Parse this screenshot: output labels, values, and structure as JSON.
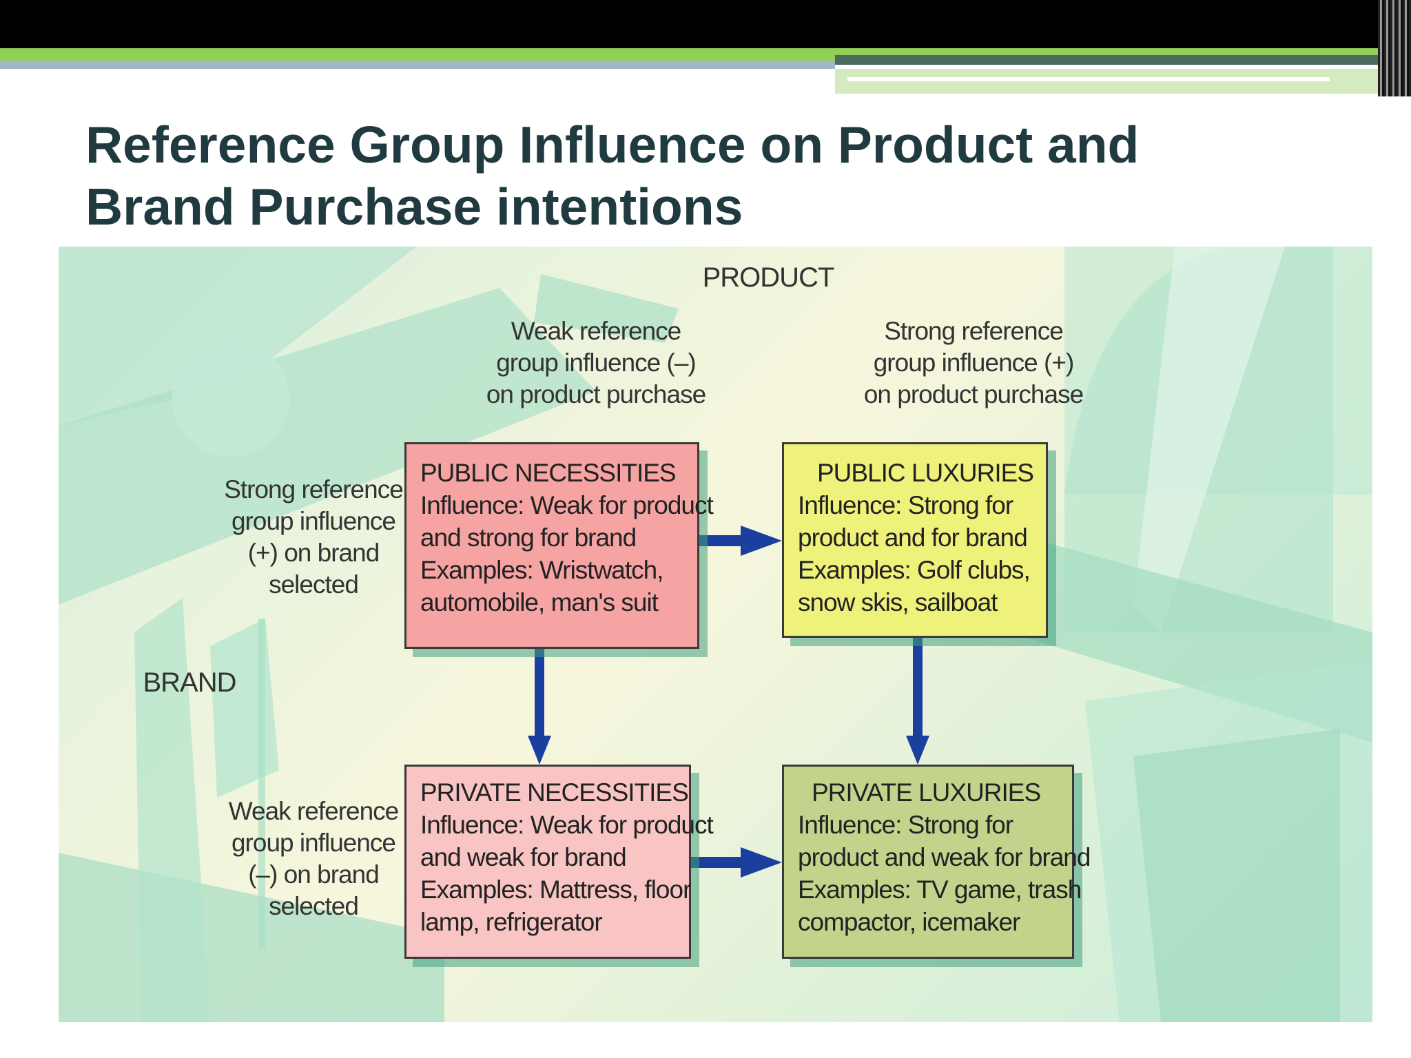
{
  "slide": {
    "title_line1": "Reference Group Influence on Product and",
    "title_line2": "Brand Purchase intentions"
  },
  "diagram": {
    "product_label": "PRODUCT",
    "brand_label": "BRAND",
    "column_weak": [
      "Weak reference",
      "group influence (–)",
      "on product purchase"
    ],
    "column_strong": [
      "Strong reference",
      "group influence (+)",
      "on product purchase"
    ],
    "row_strong": [
      "Strong reference",
      "group influence",
      "(+) on brand",
      "selected"
    ],
    "row_weak": [
      "Weak reference",
      "group influence",
      "(–) on brand",
      "selected"
    ],
    "boxes": {
      "public_necessities": {
        "title": "PUBLIC NECESSITIES",
        "lines": [
          "Influence: Weak for product",
          "and strong for brand",
          "Examples: Wristwatch,",
          "automobile, man's suit"
        ],
        "color": "#f5a3a3"
      },
      "public_luxuries": {
        "title": "PUBLIC LUXURIES",
        "lines": [
          "Influence: Strong for",
          "product and for brand",
          "Examples: Golf clubs,",
          "snow skis, sailboat"
        ],
        "color": "#eef27a"
      },
      "private_necessities": {
        "title": "PRIVATE NECESSITIES",
        "lines": [
          "Influence: Weak for product",
          "and weak for brand",
          "Examples: Mattress, floor",
          "lamp, refrigerator"
        ],
        "color": "#f9c4c4"
      },
      "private_luxuries": {
        "title": "PRIVATE LUXURIES",
        "lines": [
          "Influence: Strong for",
          "product and weak for brand",
          "Examples: TV game, trash",
          "compactor, icemaker"
        ],
        "color": "#c2d48c"
      }
    },
    "arrow_color": "#1a3f9e"
  }
}
